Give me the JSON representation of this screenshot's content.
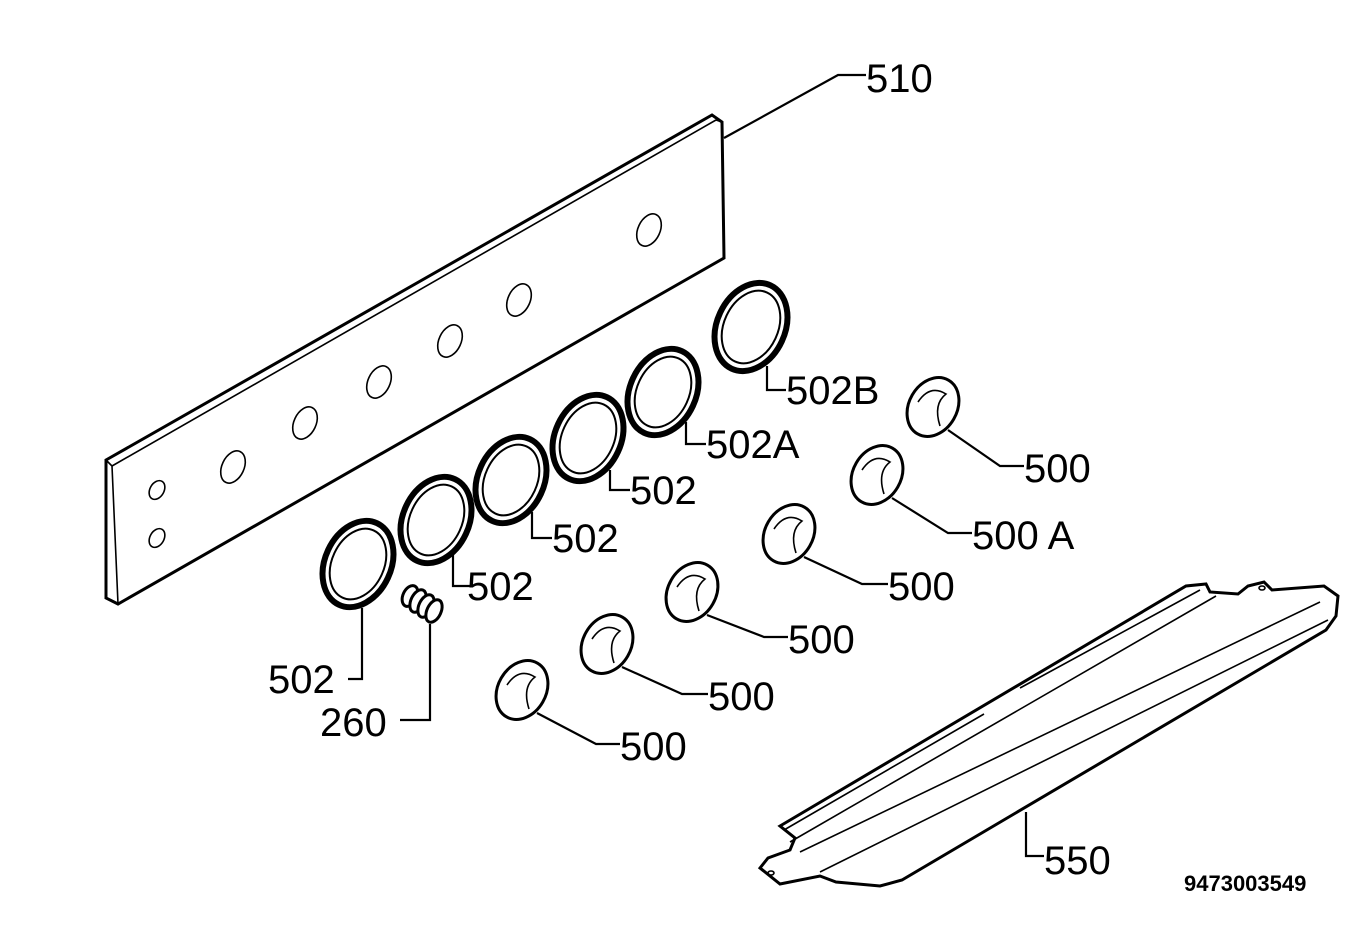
{
  "labels": {
    "panel": "510",
    "ring_b": "502B",
    "ring_a": "502A",
    "ring_1": "502",
    "ring_2": "502",
    "ring_3": "502",
    "ring_4": "502",
    "spring": "260",
    "knob_1": "500",
    "knob_a": "500 A",
    "knob_2": "500",
    "knob_3": "500",
    "knob_4": "500",
    "knob_5": "500",
    "trim": "550"
  },
  "drawing_code": "9473003549"
}
